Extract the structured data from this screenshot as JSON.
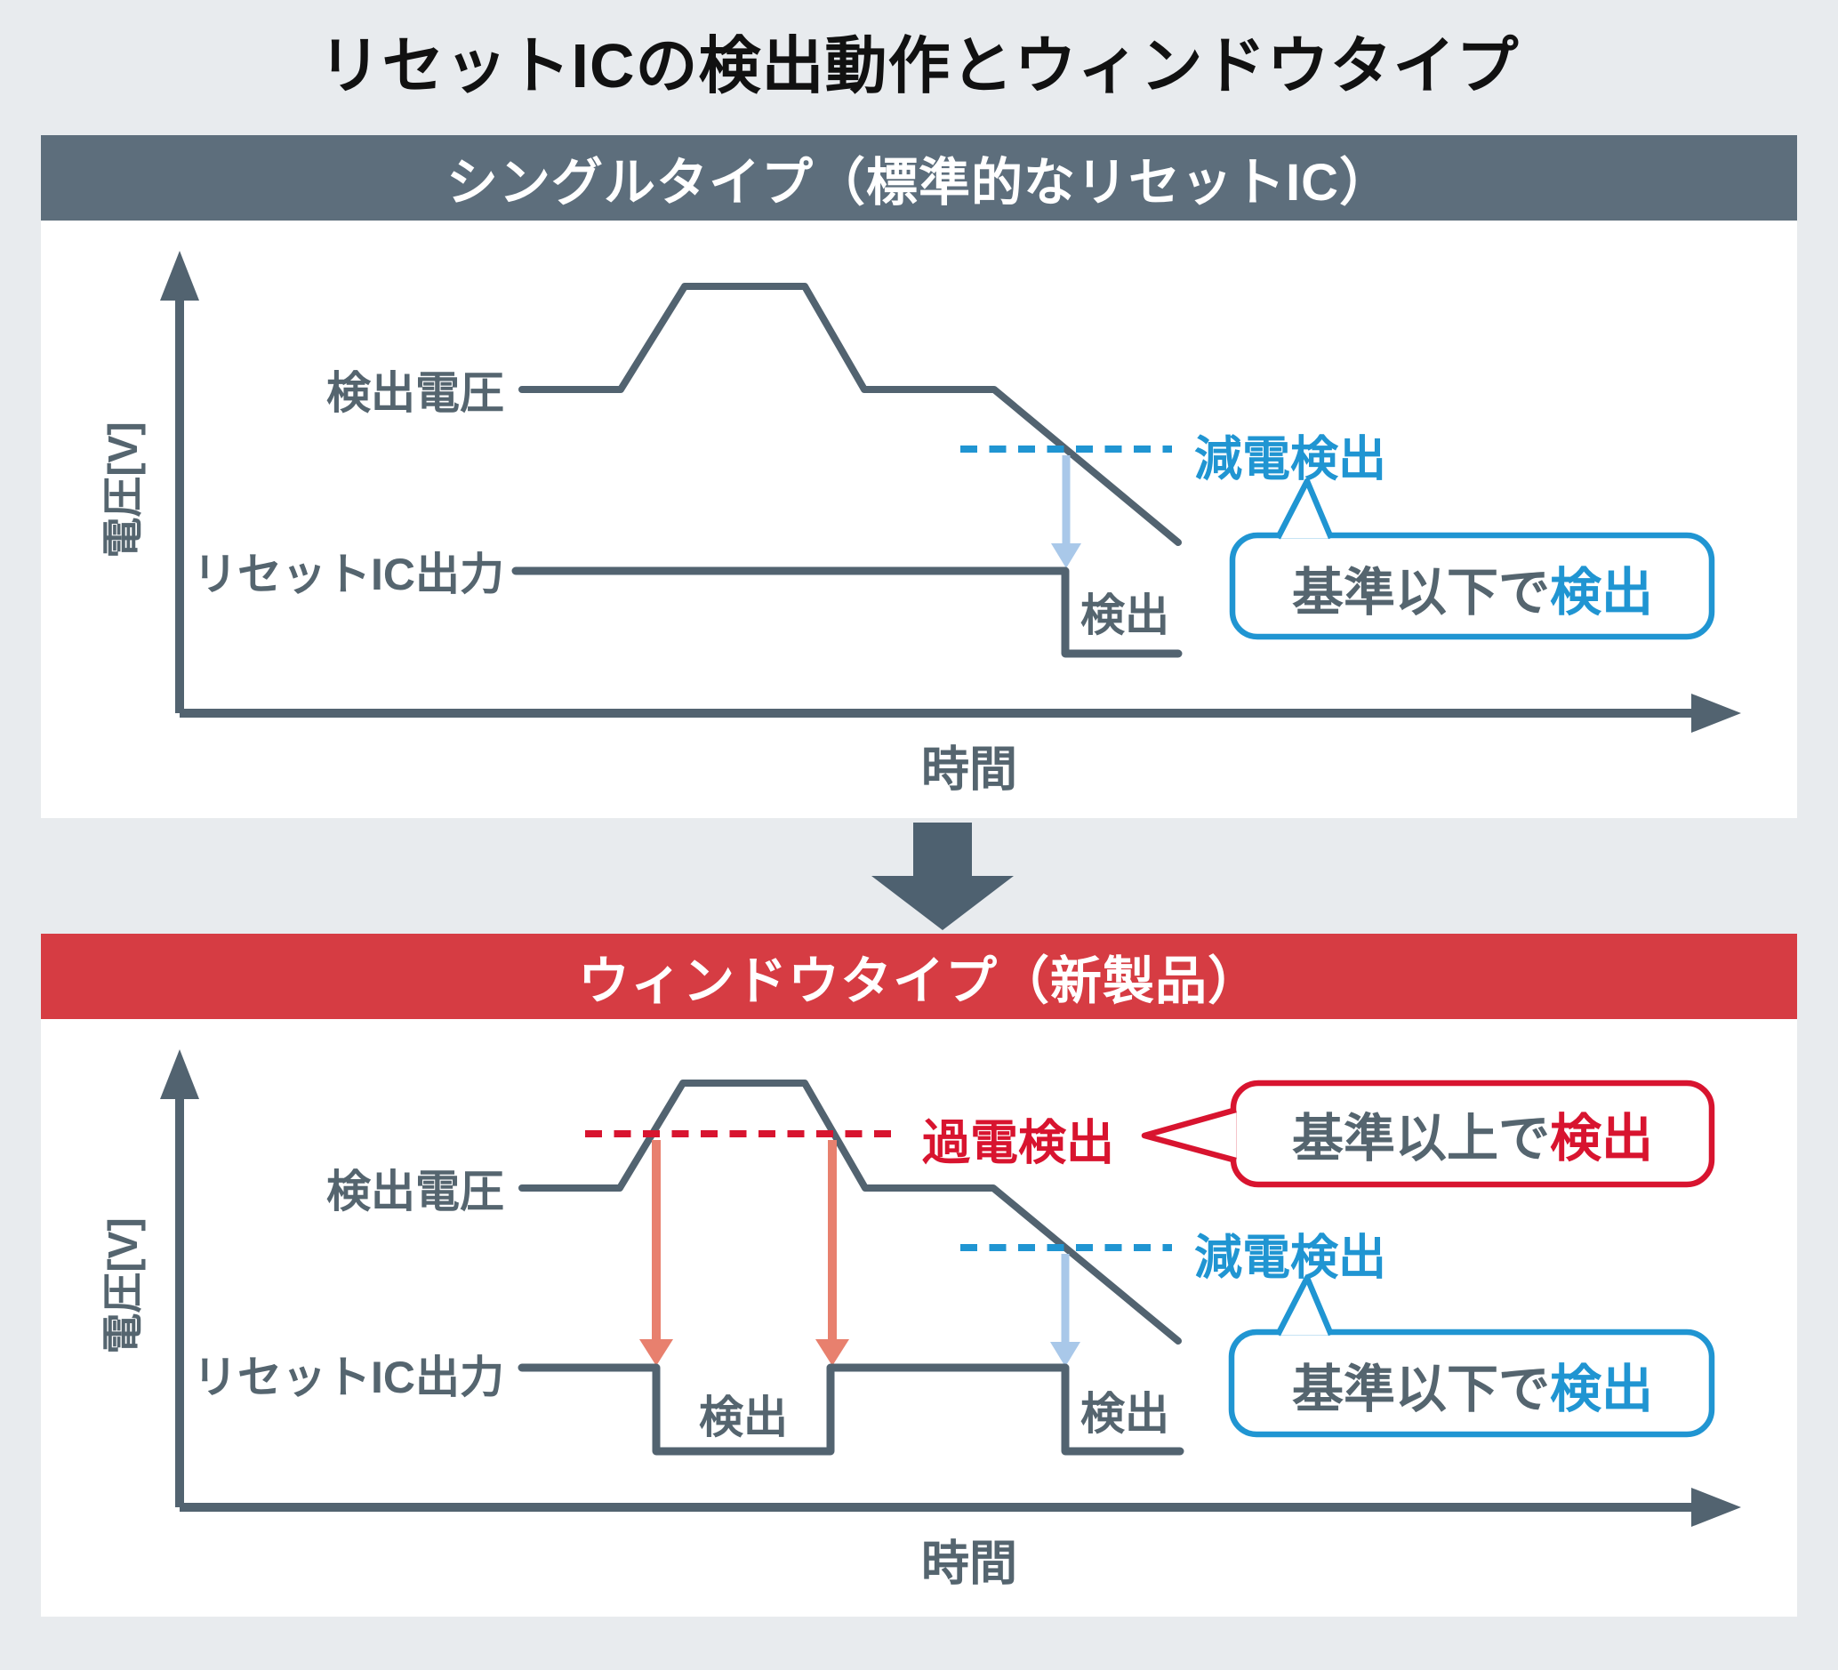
{
  "title": "リセットICの検出動作とウィンドウタイプ",
  "panel_single": {
    "header": "シングルタイプ（標準的なリセットIC）",
    "y_axis_label": "電圧[V]",
    "x_axis_label": "時間",
    "voltage_label": "検出電圧",
    "ic_output_label": "リセットIC出力",
    "detect_label": "検出",
    "undervoltage": {
      "threshold_label": "減電検出",
      "callout_plain": "基準以下で",
      "callout_accent": "検出"
    }
  },
  "panel_window": {
    "header": "ウィンドウタイプ（新製品）",
    "y_axis_label": "電圧[V]",
    "x_axis_label": "時間",
    "voltage_label": "検出電圧",
    "ic_output_label": "リセットIC出力",
    "detect_label_1": "検出",
    "detect_label_2": "検出",
    "overvoltage": {
      "threshold_label": "過電検出",
      "callout_plain": "基準以上で",
      "callout_accent": "検出"
    },
    "undervoltage": {
      "threshold_label": "減電検出",
      "callout_plain": "基準以下で",
      "callout_accent": "検出"
    }
  },
  "colors": {
    "background": "#e8ebee",
    "panel_header_gray": "#5d6e7c",
    "panel_header_red": "#d63c43",
    "line_slate": "#526370",
    "text_slate": "#55656f",
    "accent_blue": "#2095d2",
    "accent_red": "#d8142f",
    "arrow_light_blue": "#a9c8e9",
    "arrow_salmon": "#e8806e",
    "title_color": "#111111"
  }
}
